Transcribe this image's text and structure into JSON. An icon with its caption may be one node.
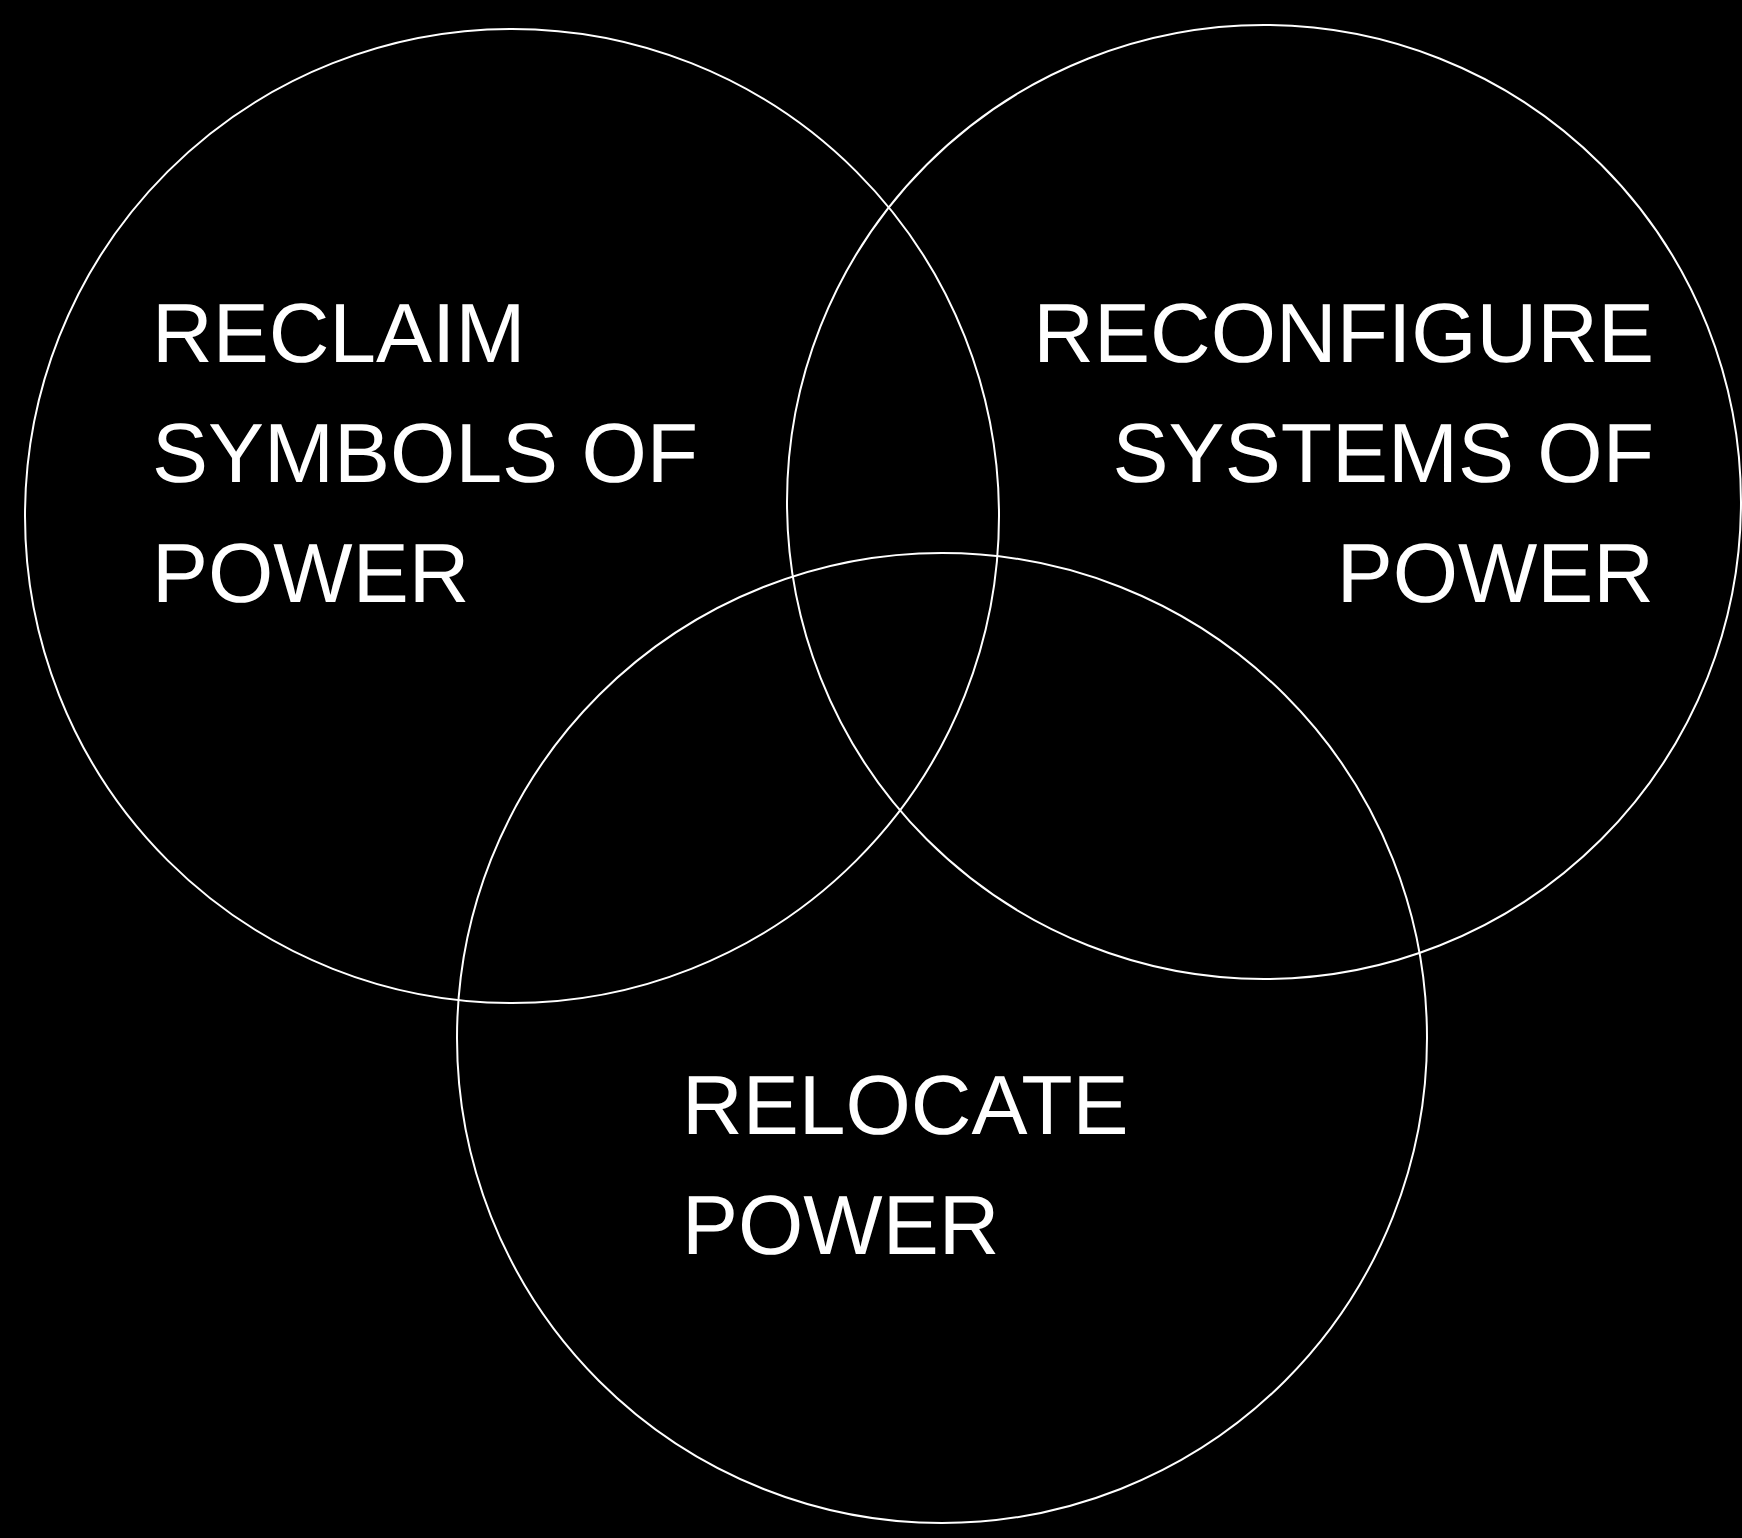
{
  "diagram": {
    "nodes": [
      {
        "text": [
          "RECLAIM SYMBOLS OF POWER"
        ]
      },
      {
        "text": [
          "RECONFIGURE SYSTEMS OF POWER"
        ]
      },
      {
        "text": [
          "RELOCATE POWER"
        ]
      }
    ]
  }
}
